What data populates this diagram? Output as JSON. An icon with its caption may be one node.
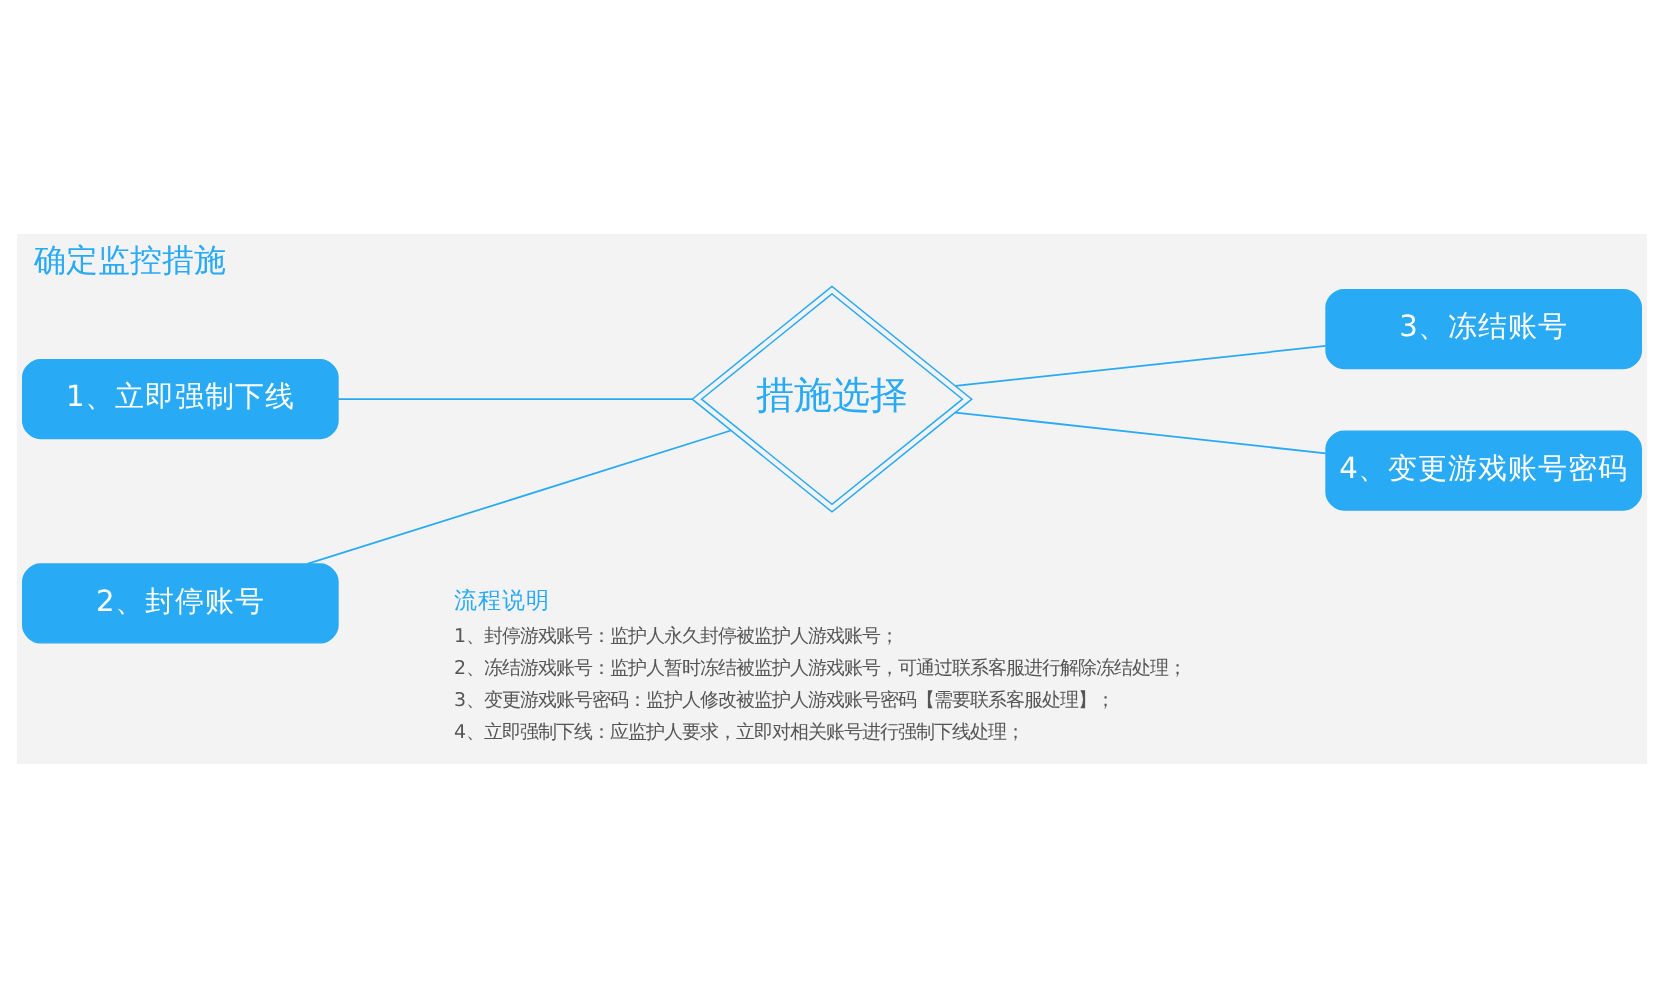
{
  "diagram": {
    "title": "确定监控措施",
    "nodes": [
      {
        "text": [
          "1、立即强制下线"
        ]
      },
      {
        "text": [
          "3、冻结账号"
        ]
      },
      {
        "text": [
          "措施选择"
        ]
      },
      {
        "text": [
          "2、封停账号"
        ]
      },
      {
        "text": [
          "4、变更游戏账号密码"
        ]
      }
    ],
    "edges": [
      {
        "from": 0,
        "to": 2,
        "arrow": "none"
      },
      {
        "from": 3,
        "to": 2,
        "arrow": "none"
      },
      {
        "from": 2,
        "to": 1,
        "arrow": "none"
      },
      {
        "from": 2,
        "to": 4,
        "arrow": "none"
      }
    ],
    "labels": [
      "流程说明",
      "1、封停游戏账号：监护人永久封停被监护人游戏账号；",
      "2、冻结游戏账号：监护人暂时冻结被监护人游戏账号，可通过联系客服进行解除冻结处理；",
      "3、变更游戏账号密码：监护人修改被监护人游戏账号密码【需要联系客服处理】；",
      "4、立即强制下线：应监护人要求，立即对相关账号进行强制下线处理；"
    ]
  }
}
